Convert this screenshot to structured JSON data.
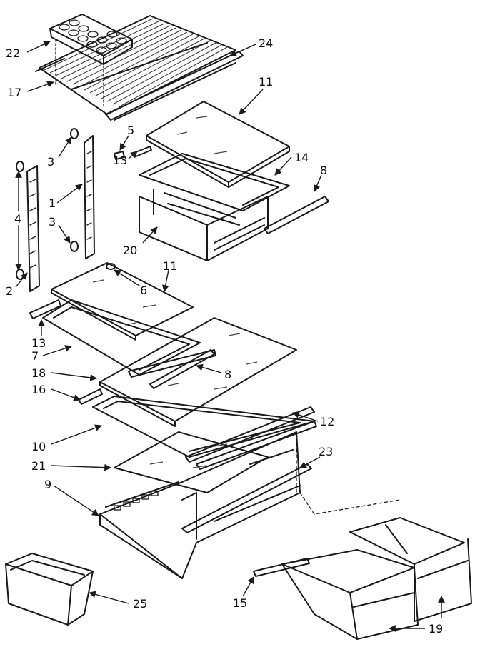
{
  "callouts": [
    {
      "id": "c22",
      "text": "22"
    },
    {
      "id": "c17",
      "text": "17"
    },
    {
      "id": "c24",
      "text": "24"
    },
    {
      "id": "c11a",
      "text": "11"
    },
    {
      "id": "c5",
      "text": "5"
    },
    {
      "id": "c3a",
      "text": "3"
    },
    {
      "id": "c13a",
      "text": "13"
    },
    {
      "id": "c14",
      "text": "14"
    },
    {
      "id": "c8a",
      "text": "8"
    },
    {
      "id": "c1",
      "text": "1"
    },
    {
      "id": "c4",
      "text": "4"
    },
    {
      "id": "c3b",
      "text": "3"
    },
    {
      "id": "c20",
      "text": "20"
    },
    {
      "id": "c11b",
      "text": "11"
    },
    {
      "id": "c6",
      "text": "6"
    },
    {
      "id": "c2",
      "text": "2"
    },
    {
      "id": "c13b",
      "text": "13"
    },
    {
      "id": "c7",
      "text": "7"
    },
    {
      "id": "c18",
      "text": "18"
    },
    {
      "id": "c8b",
      "text": "8"
    },
    {
      "id": "c16",
      "text": "16"
    },
    {
      "id": "c12",
      "text": "12"
    },
    {
      "id": "c10",
      "text": "10"
    },
    {
      "id": "c23",
      "text": "23"
    },
    {
      "id": "c21",
      "text": "21"
    },
    {
      "id": "c9",
      "text": "9"
    },
    {
      "id": "c25",
      "text": "25"
    },
    {
      "id": "c15",
      "text": "15"
    },
    {
      "id": "c19",
      "text": "19"
    }
  ]
}
